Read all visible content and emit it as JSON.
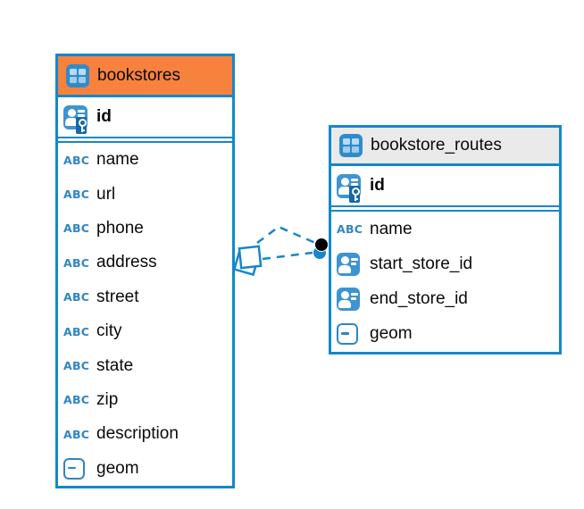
{
  "colors": {
    "accent_blue": "#1687CA",
    "icon_blue": "#2F86C5",
    "table_header_orange": "#F7823E",
    "table_header_gray": "#EAEAEA",
    "relationship_marker_black": "#000000"
  },
  "icons": {
    "text_label": "ABC"
  },
  "diagram": {
    "tables": [
      {
        "name": "bookstores",
        "primary_key": {
          "name": "id"
        },
        "fields": [
          {
            "name": "name",
            "type": "text"
          },
          {
            "name": "url",
            "type": "text"
          },
          {
            "name": "phone",
            "type": "text"
          },
          {
            "name": "address",
            "type": "text"
          },
          {
            "name": "street",
            "type": "text"
          },
          {
            "name": "city",
            "type": "text"
          },
          {
            "name": "state",
            "type": "text"
          },
          {
            "name": "zip",
            "type": "text"
          },
          {
            "name": "description",
            "type": "text"
          },
          {
            "name": "geom",
            "type": "geometry"
          }
        ]
      },
      {
        "name": "bookstore_routes",
        "primary_key": {
          "name": "id"
        },
        "fields": [
          {
            "name": "name",
            "type": "text"
          },
          {
            "name": "start_store_id",
            "type": "reference"
          },
          {
            "name": "end_store_id",
            "type": "reference"
          },
          {
            "name": "geom",
            "type": "geometry"
          }
        ]
      }
    ],
    "relationship": {
      "from_table": "bookstores",
      "to_table": "bookstore_routes",
      "line_style": "dashed",
      "from_marker": "overlapping-squares",
      "to_marker": "filled-dot"
    }
  }
}
